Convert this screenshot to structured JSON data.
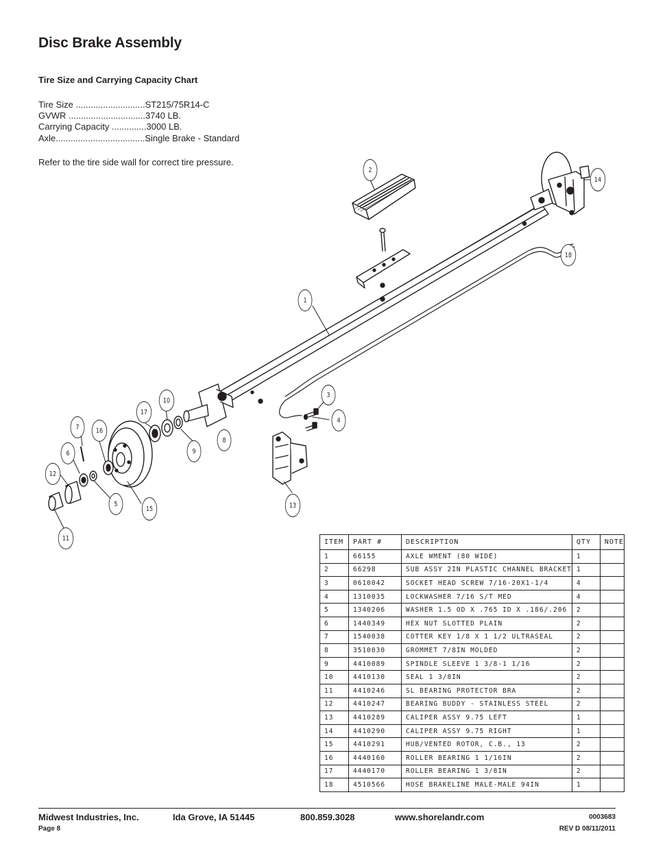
{
  "title": "Disc Brake Assembly",
  "chart_heading": "Tire Size and Carrying Capacity Chart",
  "specs": [
    {
      "label": "Tire Size ............................",
      "value": "ST215/75R14-C"
    },
    {
      "label": "GVWR ...............................",
      "value": "3740 LB."
    },
    {
      "label": "Carrying Capacity ..............",
      "value": "3000 LB."
    },
    {
      "label": "Axle....................................",
      "value": "Single Brake - Standard"
    }
  ],
  "note": "Refer to the tire side wall for correct tire pressure.",
  "callouts": [
    "1",
    "2",
    "3",
    "4",
    "5",
    "6",
    "7",
    "8",
    "9",
    "10",
    "11",
    "12",
    "13",
    "14",
    "15",
    "16",
    "17",
    "18"
  ],
  "table": {
    "headers": [
      "ITEM",
      "PART #",
      "DESCRIPTION",
      "QTY",
      "NOTE"
    ],
    "rows": [
      [
        "1",
        "66155",
        "AXLE WMENT (80 WIDE)",
        "1",
        ""
      ],
      [
        "2",
        "66298",
        "SUB ASSY 2IN PLASTIC CHANNEL BRACKET",
        "1",
        ""
      ],
      [
        "3",
        "0610042",
        "SOCKET HEAD SCREW 7/16-20X1-1/4",
        "4",
        ""
      ],
      [
        "4",
        "1310035",
        "LOCKWASHER 7/16 S/T MED",
        "4",
        ""
      ],
      [
        "5",
        "1340206",
        "WASHER 1.5 OD X .765 ID X .186/.206",
        "2",
        ""
      ],
      [
        "6",
        "1440349",
        "HEX NUT SLOTTED PLAIN",
        "2",
        ""
      ],
      [
        "7",
        "1540038",
        "COTTER KEY 1/8 X 1 1/2 ULTRASEAL",
        "2",
        ""
      ],
      [
        "8",
        "3510030",
        "GROMMET 7/8IN MOLDED",
        "2",
        ""
      ],
      [
        "9",
        "4410089",
        "SPINDLE SLEEVE 1 3/8-1 1/16",
        "2",
        ""
      ],
      [
        "10",
        "4410130",
        "SEAL 1 3/8IN",
        "2",
        ""
      ],
      [
        "11",
        "4410246",
        "SL BEARING PROTECTOR BRA",
        "2",
        ""
      ],
      [
        "12",
        "4410247",
        "BEARING BUDDY - STAINLESS STEEL",
        "2",
        ""
      ],
      [
        "13",
        "4410289",
        "CALIPER ASSY 9.75 LEFT",
        "1",
        ""
      ],
      [
        "14",
        "4410290",
        "CALIPER ASSY 9.75 RIGHT",
        "1",
        ""
      ],
      [
        "15",
        "4410291",
        "HUB/VENTED ROTOR, C.B., 13",
        "2",
        ""
      ],
      [
        "16",
        "4440160",
        "ROLLER BEARING 1 1/16IN",
        "2",
        ""
      ],
      [
        "17",
        "4440170",
        "ROLLER BEARING 1 3/8IN",
        "2",
        ""
      ],
      [
        "18",
        "4510566",
        "HOSE BRAKELINE MALE-MALE 94IN",
        "1",
        ""
      ]
    ]
  },
  "footer": {
    "company": "Midwest Industries, Inc.",
    "city": "Ida Grove, IA  51445",
    "phone": "800.859.3028",
    "web": "www.shorelandr.com",
    "doc_number": "0003683",
    "page": "Page 8",
    "revision": "REV D  08/11/2011"
  }
}
